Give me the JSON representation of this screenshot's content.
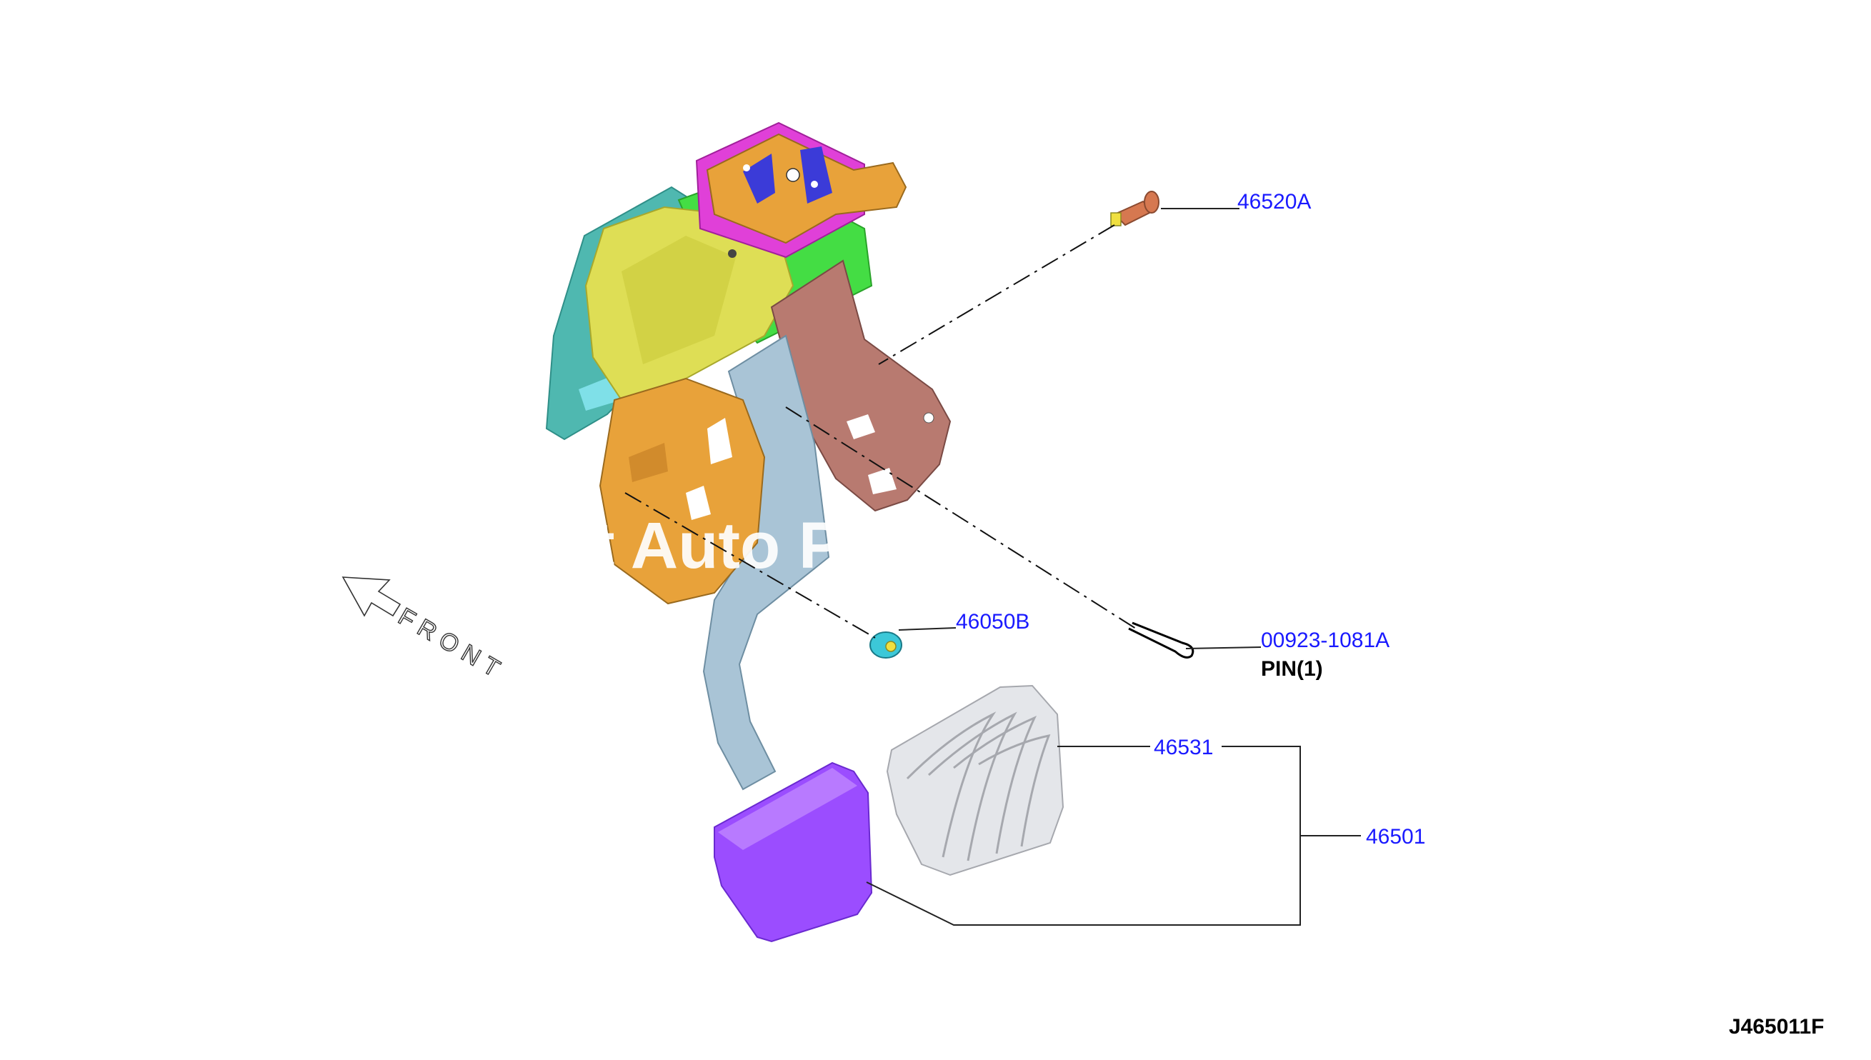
{
  "diagram": {
    "watermark": "t Auto P",
    "front_label": "FRONT",
    "diagram_code": "J465011F",
    "parts": {
      "p46520A": "46520A",
      "p46050B": "46050B",
      "p00923": "00923-1081A",
      "pin_note": "PIN(1)",
      "p46531": "46531",
      "p46501": "46501"
    },
    "colors": {
      "callout_text": "#1a1aff",
      "pedal_pad": "#9b4dff",
      "bracket_orange": "#e8a23a",
      "bracket_yellow": "#dede55",
      "plate_teal": "#4fb8b0",
      "arm_blue": "#a9c4d6",
      "bracket_brown": "#b87a70",
      "top_magenta": "#e040d8",
      "green": "#44dd44",
      "rubber_pad": "#e4e6ea"
    }
  }
}
